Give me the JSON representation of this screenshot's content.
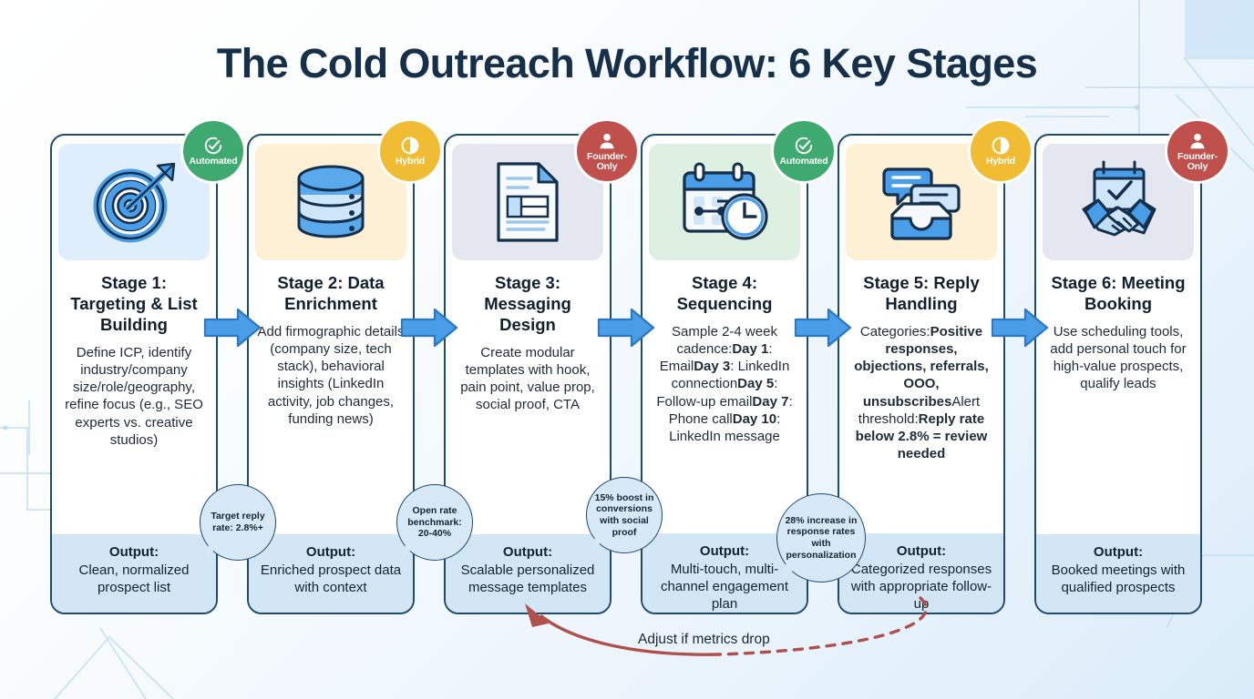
{
  "title": "The Cold Outreach Workflow: 6 Key Stages",
  "colors": {
    "automated": "#3faa70",
    "hybrid": "#f0bc33",
    "founder": "#c0504b",
    "card_border": "#1f4b6e",
    "arrow": "#4a9ee8",
    "output_band": "#d3e6f6",
    "feedback": "#b0504c",
    "title": "#17304a"
  },
  "feedback": {
    "label": "Adjust if metrics drop"
  },
  "badges": {
    "automated": "Automated",
    "hybrid": "Hybrid",
    "founder": "Founder-Only"
  },
  "output_label": "Output:",
  "stages": [
    {
      "icon": "target-icon",
      "tile_color": "#dfeefc",
      "title": "Stage 1:\nTargeting & List Building",
      "desc": "Define ICP, identify industry/company size/role/geography, refine focus (e.g., SEO experts vs. creative studios)",
      "mode": "Automated",
      "mode_key": "automated",
      "output": "Clean, normalized prospect list",
      "bubble": "Target reply rate: 2.8%+"
    },
    {
      "icon": "database-icon",
      "tile_color": "#fdf0d4",
      "title": "Stage 2: Data Enrichment",
      "desc": "Add firmographic details (company size, tech stack), behavioral insights (LinkedIn activity, job changes, funding news)",
      "mode": "Hybrid",
      "mode_key": "hybrid",
      "output": "Enriched prospect data with context",
      "bubble": "Open rate benchmark: 20-40%"
    },
    {
      "icon": "document-template-icon",
      "tile_color": "#e4e6f0",
      "title": "Stage 3: Messaging Design",
      "desc": "Create modular templates with hook, pain point, value prop, social proof, CTA",
      "mode": "Founder-Only",
      "mode_key": "founder",
      "output": "Scalable personalized message templates",
      "bubble": "15% boost in conversions with social proof"
    },
    {
      "icon": "calendar-clock-icon",
      "tile_color": "#ddf0e2",
      "title": "Stage 4: Sequencing",
      "desc": "Sample 2-4 week cadence:|Day 1|: Email|Day 3|: LinkedIn connection|Day 5|: Follow-up email|Day 7|: Phone call|Day 10|: LinkedIn message",
      "mode": "Automated",
      "mode_key": "automated",
      "output": "Multi-touch, multi-channel engagement plan",
      "bubble": "28% increase in response rates with personalization"
    },
    {
      "icon": "inbox-chat-icon",
      "tile_color": "#fdf0d4",
      "title": "Stage 5: Reply Handling",
      "desc": "Categories:|Positive responses, objections, referrals, OOO, unsubscribes|Alert threshold:|Reply rate below 2.8% = review needed",
      "mode": "Hybrid",
      "mode_key": "hybrid",
      "output": "Categorized responses with appropriate follow-up",
      "bubble": ""
    },
    {
      "icon": "handshake-calendar-icon",
      "tile_color": "#e4e6f0",
      "title": "Stage 6: Meeting Booking",
      "desc": "Use scheduling tools, add personal touch for high-value prospects, qualify leads",
      "mode": "Founder-Only",
      "mode_key": "founder",
      "output": "Booked meetings with qualified prospects",
      "bubble": ""
    }
  ]
}
